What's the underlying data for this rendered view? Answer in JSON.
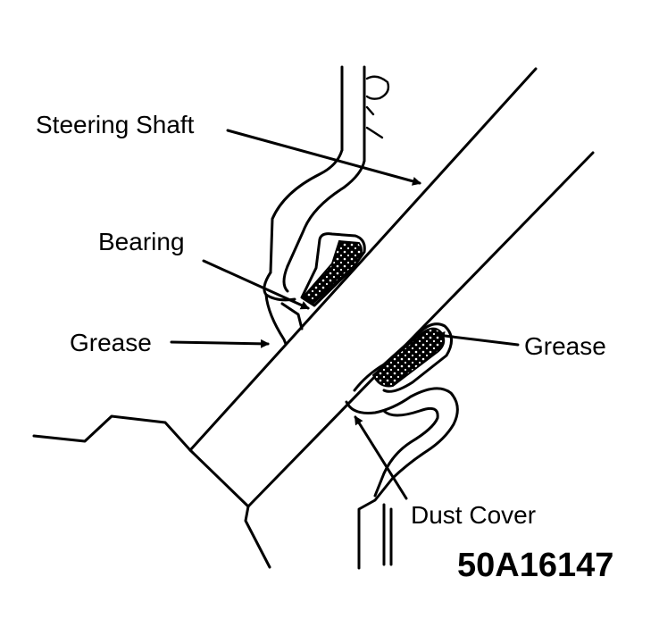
{
  "labels": {
    "steering_shaft": "Steering Shaft",
    "bearing": "Bearing",
    "grease_left": "Grease",
    "grease_right": "Grease",
    "dust_cover": "Dust Cover"
  },
  "figure_code": "50A16147",
  "colors": {
    "ink": "#000000",
    "paper": "#ffffff"
  }
}
